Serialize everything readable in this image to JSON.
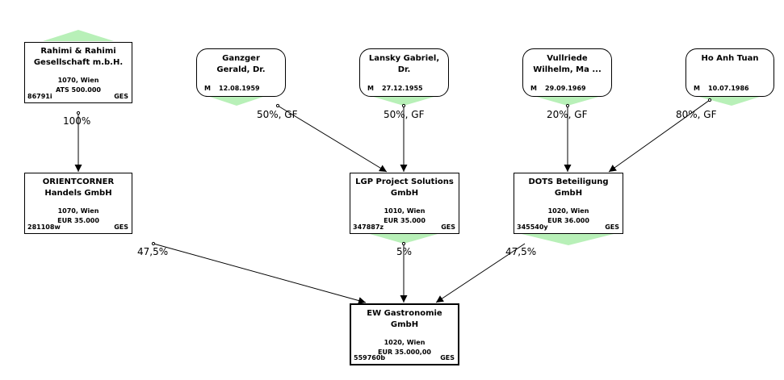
{
  "colors": {
    "marker_fill": "#b8f0b8",
    "line": "#000000"
  },
  "companies": {
    "rahimi": {
      "name1": "Rahimi & Rahimi",
      "name2": "Gesellschaft m.b.H.",
      "location": "1070, Wien",
      "capital": "ATS 500.000",
      "fn": "86791i",
      "ges": "GES"
    },
    "orient": {
      "name1": "ORIENTCORNER",
      "name2": "Handels GmbH",
      "location": "1070, Wien",
      "capital": "EUR 35.000",
      "fn": "281108w",
      "ges": "GES"
    },
    "lgp": {
      "name1": "LGP Project Solutions",
      "name2": "GmbH",
      "location": "1010, Wien",
      "capital": "EUR 35.000",
      "fn": "347887z",
      "ges": "GES"
    },
    "dots": {
      "name1": "DOTS Beteiligung",
      "name2": "GmbH",
      "location": "1020, Wien",
      "capital": "EUR 36.000",
      "fn": "345540y",
      "ges": "GES"
    },
    "ew": {
      "name1": "EW Gastronomie",
      "name2": "GmbH",
      "location": "1020, Wien",
      "capital": "EUR 35.000,00",
      "fn": "559760b",
      "ges": "GES"
    }
  },
  "persons": {
    "ganzger": {
      "name1": "Ganzger",
      "name2": "Gerald, Dr.",
      "sex": "M",
      "dob": "12.08.1959"
    },
    "lansky": {
      "name1": "Lansky Gabriel,",
      "name2": "Dr.",
      "sex": "M",
      "dob": "27.12.1955"
    },
    "vullriede": {
      "name1": "Vullriede",
      "name2": "Wilhelm, Ma ...",
      "sex": "M",
      "dob": "29.09.1969"
    },
    "ho": {
      "name1": "Ho Anh Tuan",
      "name2": "",
      "sex": "M",
      "dob": "10.07.1986"
    }
  },
  "edges": {
    "rahimi_orient": "100%",
    "ganzger_lgp": "50%, GF",
    "lansky_lgp": "50%, GF",
    "vullriede_dots": "20%, GF",
    "ho_dots": "80%, GF",
    "orient_ew": "47,5%",
    "lgp_ew": "5%",
    "dots_ew": "47,5%"
  }
}
